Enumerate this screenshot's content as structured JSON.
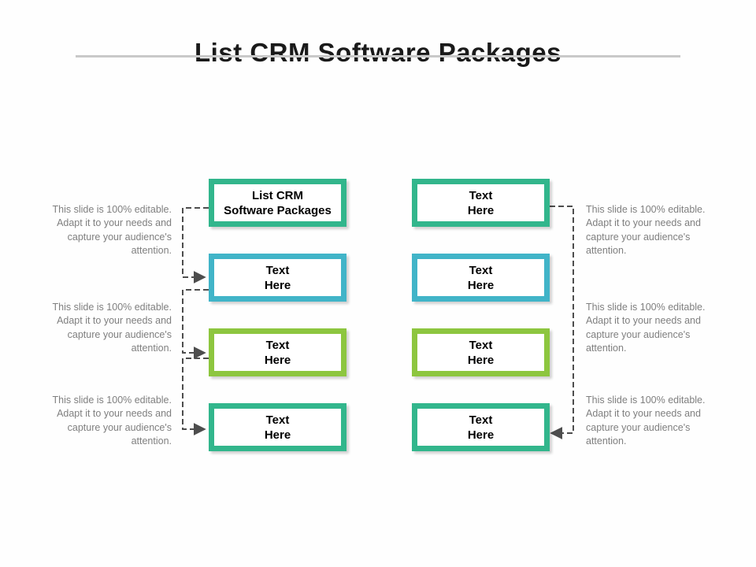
{
  "slide": {
    "title": "List CRM Software Packages",
    "colors": {
      "teal": "#32b68c",
      "blue": "#41b4c8",
      "green": "#8dc63f",
      "caption_text": "#7f7f7f",
      "connector": "#4d4d4d",
      "divider": "#c9c9c9"
    },
    "columns": [
      {
        "boxes": [
          {
            "line1": "List CRM",
            "line2": "Software Packages",
            "color": "teal"
          },
          {
            "line1": "Text",
            "line2": "Here",
            "color": "blue"
          },
          {
            "line1": "Text",
            "line2": "Here",
            "color": "green"
          },
          {
            "line1": "Text",
            "line2": "Here",
            "color": "teal"
          }
        ]
      },
      {
        "boxes": [
          {
            "line1": "Text",
            "line2": "Here",
            "color": "teal"
          },
          {
            "line1": "Text",
            "line2": "Here",
            "color": "blue"
          },
          {
            "line1": "Text",
            "line2": "Here",
            "color": "green"
          },
          {
            "line1": "Text",
            "line2": "Here",
            "color": "teal"
          }
        ]
      }
    ],
    "captions": {
      "left": [
        "This slide is 100% editable. Adapt it to your needs and capture your audience's attention.",
        "This slide is 100% editable. Adapt it to your needs and capture your audience's attention.",
        "This slide is 100% editable. Adapt it to your needs and capture your audience's attention."
      ],
      "right": [
        "This slide is 100% editable. Adapt it to your needs and capture your audience's attention.",
        "This slide is 100% editable. Adapt it to your needs and capture your audience's attention.",
        "This slide is 100% editable. Adapt it to your needs and capture your audience's attention."
      ]
    }
  }
}
